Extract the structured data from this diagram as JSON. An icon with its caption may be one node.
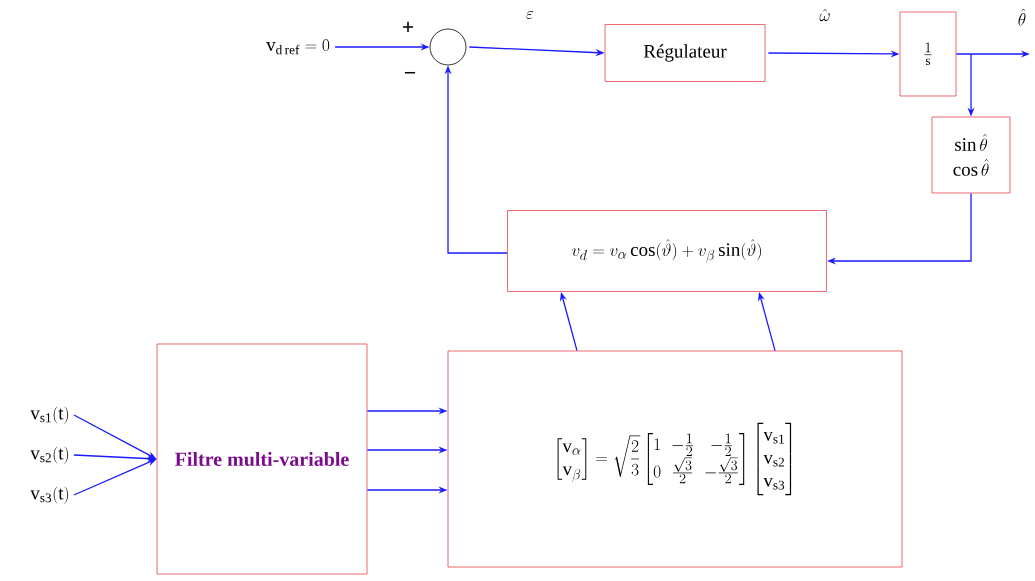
{
  "diagram": {
    "nodes": [
      {
        "text": [
          "\\mathrm{v}_{\\mathrm{d\\,ref}} = 0"
        ]
      },
      {
        "text": [],
        "shape": "circle"
      },
      {
        "text": [
          "Régulateur"
        ]
      },
      {
        "text": [
          "\\frac{1}{\\mathrm{s}}"
        ]
      },
      {
        "text": [
          "\\sin\\hat{\\theta}",
          "\\cos\\hat{\\theta}"
        ]
      },
      {
        "text": [
          "v_d = v_\\alpha \\cos(\\hat{\\vartheta}) + v_\\beta \\sin(\\hat{\\vartheta})"
        ]
      },
      {
        "text": [
          "Filtre multi-variable"
        ]
      },
      {
        "text": [
          "\\begin{bmatrix}\\mathrm{v}_\\alpha\\\\ \\mathrm{v}_\\beta\\end{bmatrix}=\\sqrt{\\frac{2}{3}}\\begin{bmatrix}1 & -\\frac{1}{2} & -\\frac{1}{2}\\\\ 0 & \\frac{\\sqrt{3}}{2} & -\\frac{\\sqrt{3}}{2}\\end{bmatrix}\\begin{bmatrix}\\mathrm{v}_{\\mathrm{s1}}\\\\ \\mathrm{v}_{\\mathrm{s2}}\\\\ \\mathrm{v}_{\\mathrm{s3}}\\end{bmatrix}"
        ]
      },
      {
        "text": [
          "\\mathrm{v}_{\\mathrm{s1}}(\\mathrm{t})"
        ]
      },
      {
        "text": [
          "\\mathrm{v}_{\\mathrm{s2}}(\\mathrm{t})"
        ]
      },
      {
        "text": [
          "\\mathrm{v}_{\\mathrm{s3}}(\\mathrm{t})"
        ]
      }
    ],
    "edges": [
      {
        "from": 0,
        "to": 1,
        "arrow": "to"
      },
      {
        "from": 1,
        "to": 2,
        "arrow": "to",
        "label": "\\varepsilon"
      },
      {
        "from": 2,
        "to": 3,
        "arrow": "to",
        "label": "\\hat{\\omega}"
      },
      {
        "from": 3,
        "to": null,
        "arrow": "to",
        "label": "\\hat{\\theta}"
      },
      {
        "from": 3,
        "to": 4,
        "arrow": "to"
      },
      {
        "from": 4,
        "to": 5,
        "arrow": "to"
      },
      {
        "from": 5,
        "to": 1,
        "arrow": "to"
      },
      {
        "from": 7,
        "to": 5,
        "arrow": "to"
      },
      {
        "from": 7,
        "to": 5,
        "arrow": "to"
      },
      {
        "from": 6,
        "to": 7,
        "arrow": "to"
      },
      {
        "from": 6,
        "to": 7,
        "arrow": "to"
      },
      {
        "from": 6,
        "to": 7,
        "arrow": "to"
      },
      {
        "from": 8,
        "to": 6,
        "arrow": "to"
      },
      {
        "from": 9,
        "to": 6,
        "arrow": "to"
      },
      {
        "from": 10,
        "to": 6,
        "arrow": "to"
      }
    ],
    "labels": [
      "+",
      "−"
    ]
  }
}
